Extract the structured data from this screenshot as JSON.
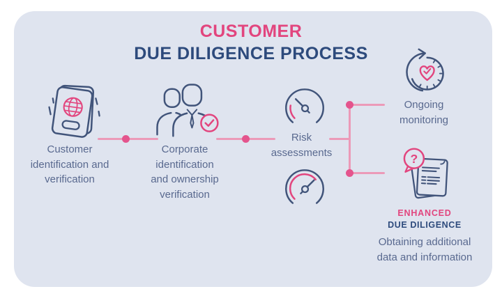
{
  "title": {
    "line1": "CUSTOMER",
    "line2": "DUE DILIGENCE PROCESS"
  },
  "steps": {
    "customer": {
      "label": "Customer\nidentification and\nverification",
      "icon": "passport-icon"
    },
    "corporate": {
      "label": "Corporate\nidentification\nand ownership\nverification",
      "icon": "corporate-persons-check-icon"
    },
    "risk": {
      "label": "Risk\nassessments",
      "icon_low": "gauge-low-icon",
      "icon_high": "gauge-high-icon"
    },
    "monitoring": {
      "label": "Ongoing\nmonitoring",
      "icon": "monitoring-clock-refresh-icon"
    }
  },
  "edd": {
    "tag_line1": "ENHANCED",
    "tag_line2": "DUE DILIGENCE",
    "label": "Obtaining additional\ndata and information",
    "icon": "documents-question-icon"
  },
  "colors": {
    "pink": "#e2457e",
    "navy": "#2d4a7c",
    "body_text": "#59698f",
    "card_bg": "#dfe4ef",
    "connector_line": "#ec9ab8",
    "connector_dot": "#e4548d",
    "icon_stroke_navy": "#41547a"
  }
}
